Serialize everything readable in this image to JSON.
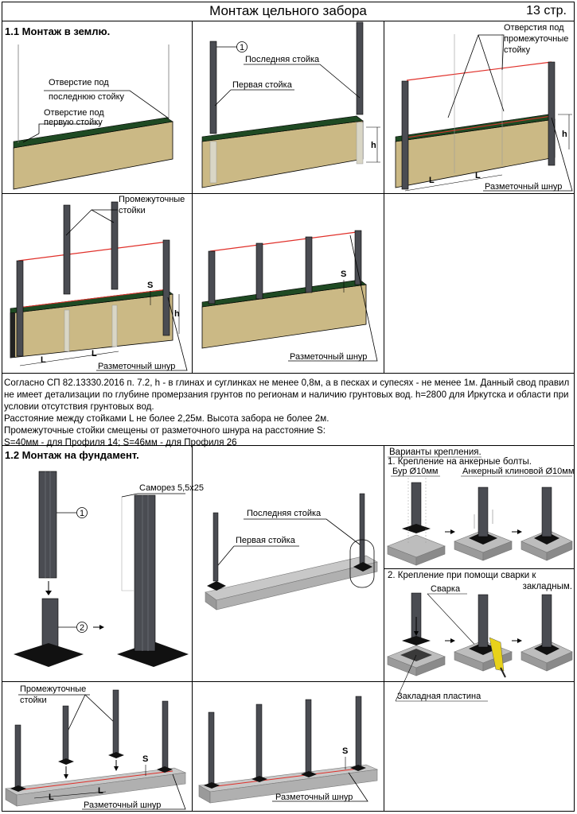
{
  "header": {
    "title": "Монтаж цельного забора",
    "page": "13 стр."
  },
  "section1": {
    "title": "1.1 Монтаж в землю.",
    "labels": {
      "hole_last": "Отверстие под последнюю стойку",
      "hole_last_l1": "Отверстие под",
      "hole_last_l2": "последнюю стойку",
      "hole_first_l1": "Отверстие под",
      "hole_first_l2": "первую стойку",
      "last_post": "Последняя стойка",
      "first_post": "Первая стойка",
      "holes_mid_l1": "Отверстия под",
      "holes_mid_l2": "промежуточные",
      "holes_mid_l3": "стойку",
      "marker_cord": "Разметочный шнур",
      "mid_posts_l1": "Промежуточные",
      "mid_posts_l2": "стойки",
      "num1": "1",
      "h": "h",
      "L": "L",
      "S": "S"
    }
  },
  "notes": {
    "p1": "Согласно СП 82.13330.2016 п. 7.2, h - в глинах и суглинках не менее 0,8м, а в песках и супесях - не менее 1м. Данный свод правил не имеет детализации по глубине промерзания грунтов по регионам и наличию грунтовых вод. h=2800 для Иркутска и области при условии отсутствия грунтовых вод.",
    "p2": "Расстояние между стойками L не более 2,25м. Высота забора не более 2м.",
    "p3": "Промежуточные стойки смещены от разметочного шнура на расстояние S:",
    "p4": "S=40мм - для Профиля 14; S=46мм - для Профиля 26"
  },
  "section2": {
    "title": "1.2 Монтаж на фундамент.",
    "labels": {
      "screw": "Саморез 5,5x25",
      "num1": "1",
      "num2": "2",
      "last_post": "Последняя стойка",
      "first_post": "Первая стойка",
      "options_title": "Варианты крепления.",
      "opt1": "1. Крепление на анкерные болты.",
      "drill": "Бур Ø10мм",
      "anchor": "Анкерный клиновой Ø10мм",
      "opt2_l1": "2.  Крепление   при   помощи   сварки  к",
      "opt2_l2": "закладным.",
      "weld": "Сварка",
      "plate": "Закладная пластина",
      "mid_posts_l1": "Промежуточные",
      "mid_posts_l2": "стойки",
      "marker_cord": "Разметочный шнур",
      "L": "L",
      "S": "S"
    }
  },
  "colors": {
    "soil": "#cbb985",
    "soil_dark": "#a8955e",
    "grass": "#1f4a23",
    "post": "#4a4c52",
    "post_light": "#6b6e75",
    "cord": "#e0302a",
    "concrete": "#b9b9b9",
    "concrete_dark": "#8e8e8e"
  }
}
